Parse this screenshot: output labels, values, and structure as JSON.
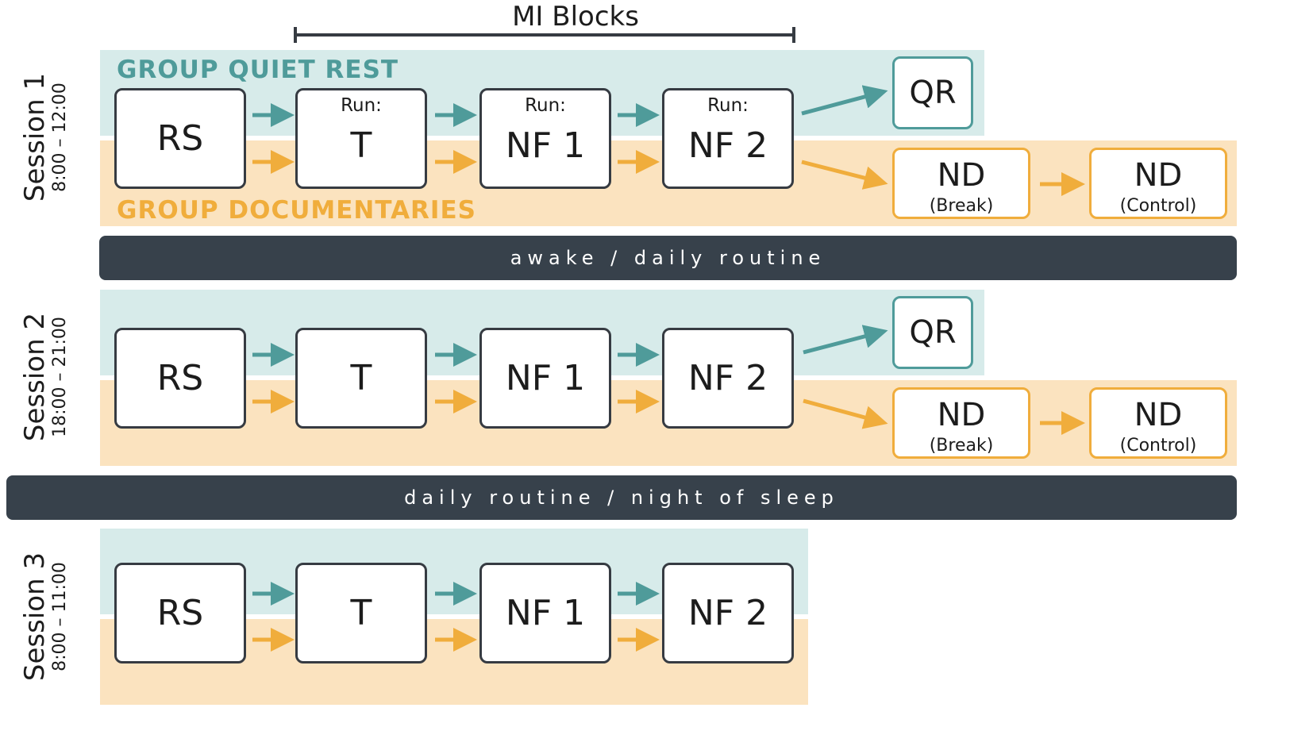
{
  "header": {
    "mi_blocks": "MI Blocks"
  },
  "groups": {
    "quiet_rest": "GROUP QUIET REST",
    "documentaries": "GROUP DOCUMENTARIES"
  },
  "run_label": "Run:",
  "blocks": {
    "rs": "RS",
    "t": "T",
    "nf1": "NF 1",
    "nf2": "NF 2",
    "qr": "QR",
    "nd": "ND",
    "break": "(Break)",
    "control": "(Control)"
  },
  "separators": {
    "first": "awake / daily routine",
    "second": "daily routine / night of sleep"
  },
  "sessions": [
    {
      "title": "Session 1",
      "time": "8:00 – 12:00"
    },
    {
      "title": "Session 2",
      "time": "18:00 – 21:00"
    },
    {
      "title": "Session 3",
      "time": "8:00 – 11:00"
    }
  ],
  "colors": {
    "teal": "#4f9b9a",
    "orange": "#f0ad3c",
    "teal_band": "#d7ebea",
    "orange_band": "#fbe3bf",
    "dark": "#37414b"
  }
}
